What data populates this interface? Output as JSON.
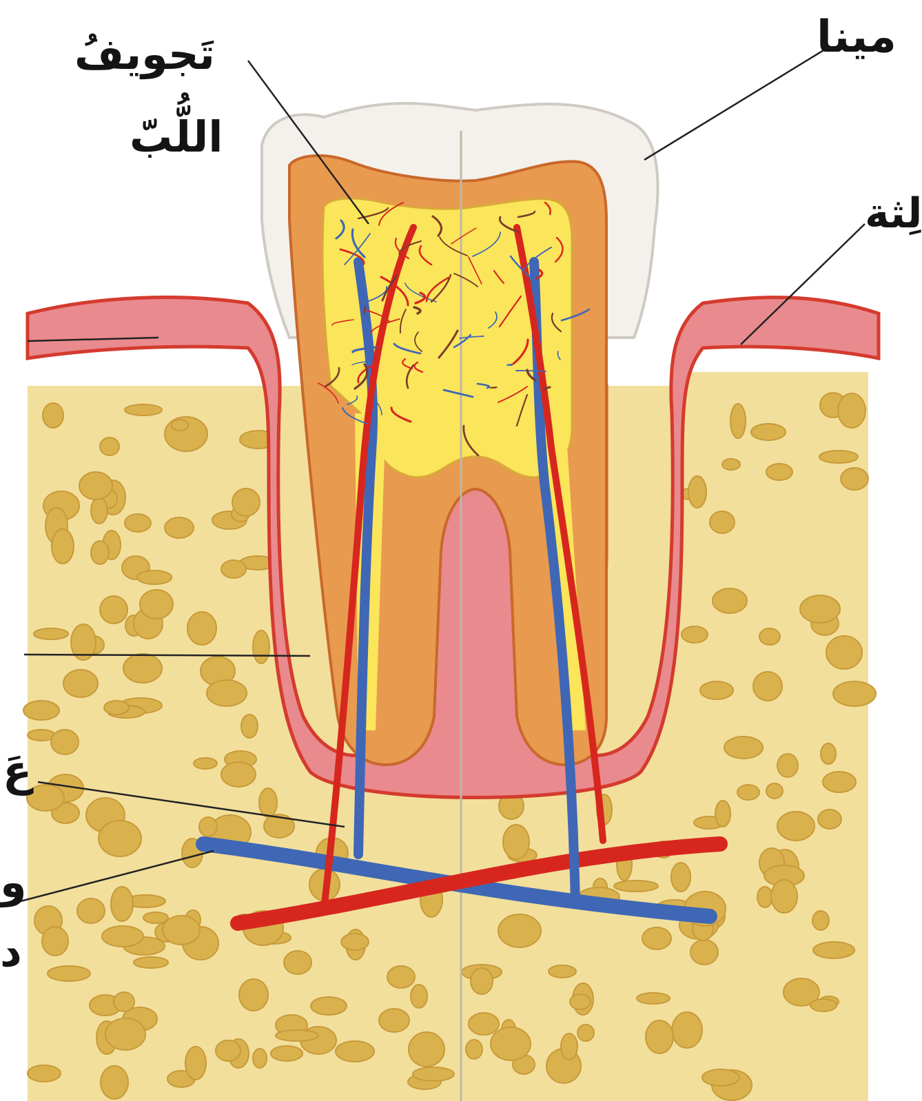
{
  "labels": {
    "enamel": "مينا",
    "pulp_cavity_line1": "تَجويفُ",
    "pulp_cavity_line2": "اللُّبّ",
    "gum_partial": "لِثة",
    "cut_off_1": "عَ",
    "cut_off_2": "و",
    "cut_off_3": "د"
  },
  "colors": {
    "bone": "#f2df9c",
    "bone_pores": "#d9b24e",
    "gum": "#e98a8e",
    "gum_edge": "#d43b2e",
    "dentin": "#e89a4f",
    "pulp": "#fbe55a",
    "enamel": "#f4f1ec",
    "artery": "#d7261e",
    "vein": "#3f67b5"
  }
}
